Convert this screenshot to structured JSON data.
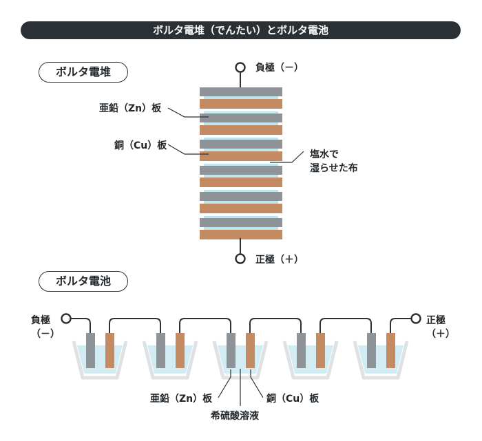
{
  "title": "ボルタ電堆（でんたい）とボルタ電池",
  "pile": {
    "label": "ボルタ電堆",
    "negative": "負極（－）",
    "positive": "正極（＋）",
    "zinc_plate": "亜鉛（Zn）板",
    "copper_plate": "銅（Cu）板",
    "cloth_line1": "塩水で",
    "cloth_line2": "湿らせた布",
    "layer_count": 6
  },
  "cell": {
    "label": "ボルタ電池",
    "negative_line1": "負極",
    "negative_line2": "（－）",
    "positive_line1": "正極",
    "positive_line2": "（＋）",
    "zinc_plate": "亜鉛（Zn）板",
    "copper_plate": "銅（Cu）板",
    "electrolyte": "希硫酸溶液",
    "cell_count": 5
  },
  "colors": {
    "zinc": "#8e9398",
    "copper": "#c48b62",
    "cloth": "#bfe6ee",
    "liquid": "#d3ecf3",
    "dark": "#2b3035",
    "beaker": "#dfe2e5"
  }
}
